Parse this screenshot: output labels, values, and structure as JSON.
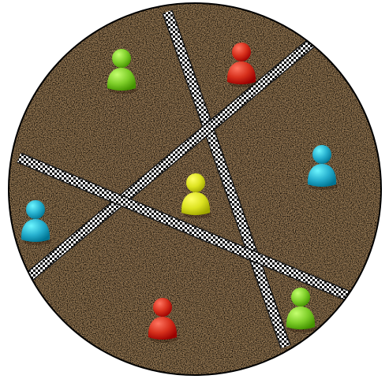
{
  "scene": {
    "board_shape": "circle",
    "board_surface": "cork",
    "board_colors": {
      "base": "#c08a55",
      "speck_dark": "#7a4c25",
      "speck_light": "#e3bf8f",
      "outline": "#000000"
    },
    "divider_style": "black-and-white checkered stripe",
    "divider_count": 3,
    "pawn_colors": {
      "green": "#7fcf2a",
      "red": "#d7301c",
      "cyan": "#27b0cf",
      "yellow": "#dde321"
    },
    "pawns": [
      {
        "color": "green"
      },
      {
        "color": "red"
      },
      {
        "color": "cyan"
      },
      {
        "color": "yellow"
      },
      {
        "color": "cyan"
      },
      {
        "color": "red"
      },
      {
        "color": "green"
      }
    ]
  }
}
